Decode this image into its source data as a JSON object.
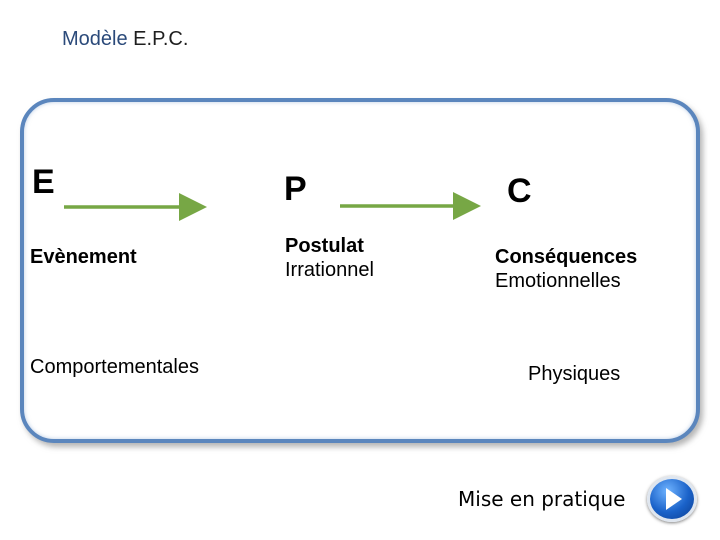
{
  "title": {
    "word1": "Modèle",
    "word2": "E.P.C."
  },
  "letters": {
    "e": "E",
    "p": "P",
    "c": "C"
  },
  "labels": {
    "evenement": "Evènement",
    "postulat_line1": "Postulat",
    "postulat_line2": "Irrationnel",
    "consequences_line1": "Conséquences",
    "consequences_line2": "Emotionnelles",
    "comportementales": "Comportementales",
    "physiques": "Physiques"
  },
  "footer": {
    "label": "Mise en pratique",
    "button_icon": "play-icon"
  },
  "colors": {
    "arrow": "#77a745",
    "frame": "#5b86bd",
    "button": "#1a62c9"
  }
}
